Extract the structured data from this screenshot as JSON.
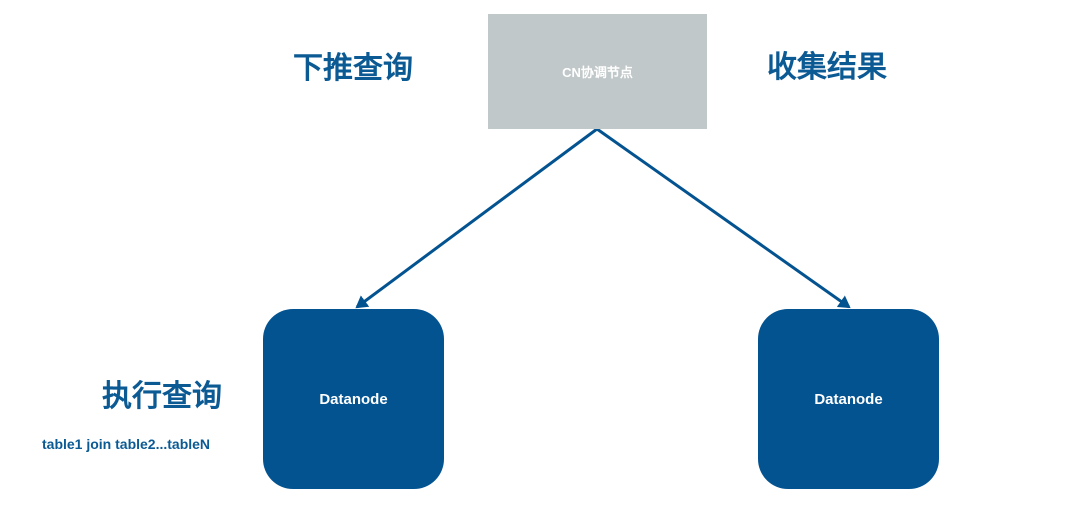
{
  "labels": {
    "push_down": "下推查询",
    "collect": "收集结果",
    "execute": "执行查询",
    "query": "table1 join table2...tableN"
  },
  "nodes": {
    "coordinator": "CN协调节点",
    "datanode_left": "Datanode",
    "datanode_right": "Datanode"
  },
  "colors": {
    "accent": "#0b5a94",
    "datanode": "#045391",
    "coordinator": "#c1c8c9"
  }
}
